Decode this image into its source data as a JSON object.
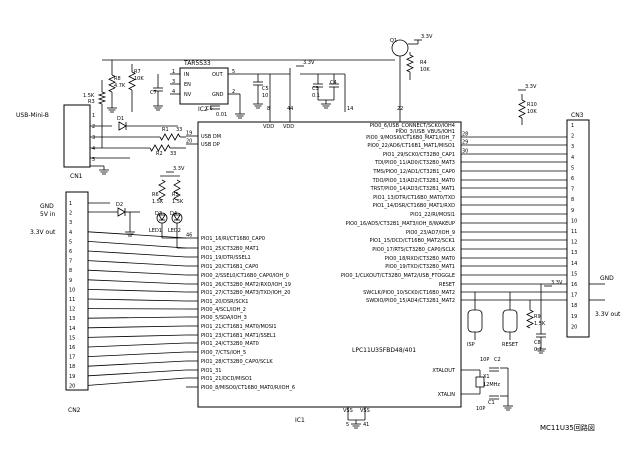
{
  "title": "MC11U35回路図",
  "ic1": {
    "name": "IC1",
    "part": "LPC11U35FBD48/401",
    "top_pins": [
      {
        "num": "8",
        "name": "VDD"
      },
      {
        "num": "44",
        "name": "VDD"
      },
      {
        "num": "22",
        "name": ""
      }
    ],
    "bottom_pins": [
      {
        "num": "5",
        "name": "VSS"
      },
      {
        "num": "41",
        "name": "VSS"
      }
    ],
    "left_pins": [
      {
        "num": "19",
        "name": "USB DM"
      },
      {
        "num": "20",
        "name": "USB DP"
      },
      {
        "num": "46",
        "name": "PIO1_16/RI/CT16B0_CAP0"
      },
      {
        "num": "",
        "name": "PIO1_25/CT32B0_MAT1"
      },
      {
        "num": "",
        "name": "PIO1_19/DTR/SSEL1"
      },
      {
        "num": "",
        "name": "PIO1_20/CT16B1_CAP0"
      },
      {
        "num": "",
        "name": "PIO0_2/SSEL0/CT16B0_CAP0/IOH_0"
      },
      {
        "num": "",
        "name": "PIO1_26/CT32B0_MAT2/RXD/IOH_19"
      },
      {
        "num": "",
        "name": "PIO1_27/CT32B0_MAT3/TXD/IOH_20"
      },
      {
        "num": "",
        "name": "PIO1_20/DSR/SCK1"
      },
      {
        "num": "",
        "name": "PIO0_4/SCL/IOH_2"
      },
      {
        "num": "",
        "name": "PIO0_5/SDA/IOH_3"
      },
      {
        "num": "",
        "name": "PIO1_21/CT16B1_MAT0/MOSI1"
      },
      {
        "num": "",
        "name": "PIO1_23/CT16B1_MAT1/SSEL1"
      },
      {
        "num": "",
        "name": "PIO1_24/CT32B0_MAT0"
      },
      {
        "num": "",
        "name": "PIO0_7/CTS/IOH_5"
      },
      {
        "num": "",
        "name": "PIO1_28/CT32B0_CAP0/SCLK"
      },
      {
        "num": "",
        "name": "PIO1_31"
      },
      {
        "num": "",
        "name": "PIO1_21/DCD/MISO1"
      },
      {
        "num": "",
        "name": "PIO0_8/MISO0/CT16B0_MAT0/R/IOH_6"
      }
    ],
    "right_pins": [
      {
        "num": "",
        "name": "PIO0_6/USB_CONNECT/SCK0/IOH4"
      },
      {
        "num": "",
        "name": "PIO0_3/USB_VBUS/IOH1"
      },
      {
        "num": "28",
        "name": "PIO0_9/MOSI0/CT16B0_MAT1/IOH_7"
      },
      {
        "num": "29",
        "name": "PIO0_22/AD6/CT16B1_MAT1/MISO1"
      },
      {
        "num": "30",
        "name": "PIO1_29/SCK0/CT32B0_CAP1"
      },
      {
        "num": "",
        "name": "TDI/PIO0_11/AD0/CT32B0_MAT3"
      },
      {
        "num": "",
        "name": "TMS/PIO0_12/AD1/CT32B1_CAP0"
      },
      {
        "num": "",
        "name": "TDO/PIO0_13/AD2/CT32B1_MAT0"
      },
      {
        "num": "",
        "name": "TRST/PIO0_14/AD3/CT32B1_MAT1"
      },
      {
        "num": "",
        "name": "PIO1_13/DTR/CT16B0_MAT0/TXD"
      },
      {
        "num": "",
        "name": "PIO1_14/DSR/CT16B0_MAT1/RXD"
      },
      {
        "num": "",
        "name": "PIO1_22/RI/MOSI1"
      },
      {
        "num": "",
        "name": "PIO0_16/AD5/CT32B1_MAT3/IOH_8/WAKEUP"
      },
      {
        "num": "",
        "name": "PIO0_23/AD7/IOH_9"
      },
      {
        "num": "",
        "name": "PIO1_15/DCD/CT16B0_MAT2/SCK1"
      },
      {
        "num": "",
        "name": "PIO0_17/RTS/CT32B0_CAP0/SCLK"
      },
      {
        "num": "",
        "name": "PIO0_18/RXD/CT32B0_MAT0"
      },
      {
        "num": "",
        "name": "PIO0_19/TXD/CT32B0_MAT1"
      },
      {
        "num": "",
        "name": "PIO0_1/CLKOUT/CT32B0_MAT2/USB_FTOGGLE"
      },
      {
        "num": "",
        "name": "RESET"
      },
      {
        "num": "",
        "name": "SWCLK/PIO0_10/SCK0/CT16B0_MAT2"
      },
      {
        "num": "",
        "name": "SWDIO/PIO0_15/AD4/CT32B1_MAT2"
      },
      {
        "num": "",
        "name": "XTALOUT"
      },
      {
        "num": "",
        "name": "XTALIN"
      }
    ]
  },
  "ic2": {
    "name": "IC2",
    "part": "TAR5S33",
    "pins": [
      {
        "num": "1",
        "name": "IN"
      },
      {
        "num": "3",
        "name": "EN"
      },
      {
        "num": "4",
        "name": "NV"
      },
      {
        "num": "5",
        "name": "OUT"
      },
      {
        "num": "2",
        "name": "GND"
      }
    ]
  },
  "rails": {
    "v33": "3.3V"
  },
  "passives": {
    "r1": "R1",
    "r1v": "33",
    "r2": "R2",
    "r2v": "33",
    "r3": "R3",
    "r3v": "1.5K",
    "r4": "R4",
    "r4v": "10K",
    "r5": "R5",
    "r5v": "1.5K",
    "r6": "R6",
    "r6v": "1.5K",
    "r7": "R7",
    "r7v": "10K",
    "r8": "R8",
    "r8v": "4.7K",
    "r9": "R9",
    "r9v": "1.5K",
    "r10": "R10",
    "r10v": "10K",
    "c1": "C1",
    "c1v": "10P",
    "c2": "C2",
    "c2v": "10P",
    "c3": "C3",
    "c3v": "0.1",
    "c4": "C4",
    "c5": "C5",
    "c5v": "10",
    "c6": "C6",
    "c6v": "0.01",
    "c7": "C7",
    "c8": "C8",
    "c8v": "0.1",
    "d1": "D1",
    "d2": "D2",
    "d3": "D3",
    "d4": "D4",
    "q1": "Q1",
    "x1": "X1",
    "x1v": "12MHz",
    "led1": "LED1",
    "led2": "LED2",
    "isp": "ISP",
    "reset": "RESET"
  },
  "connectors": {
    "cn1": {
      "name": "CN1",
      "label": "USB-Mini-B",
      "pins": [
        "1",
        "2",
        "3",
        "4",
        "5"
      ]
    },
    "cn2": {
      "name": "CN2",
      "labels": [
        "GND",
        "5V in",
        "3.3V out"
      ],
      "pins": [
        "1",
        "2",
        "3",
        "4",
        "5",
        "6",
        "7",
        "8",
        "9",
        "10",
        "11",
        "12",
        "13",
        "14",
        "15",
        "16",
        "17",
        "18",
        "19",
        "20"
      ]
    },
    "cn3": {
      "name": "CN3",
      "labels": [
        "GND",
        "3.3V out"
      ],
      "pins": [
        "1",
        "2",
        "3",
        "4",
        "5",
        "6",
        "7",
        "8",
        "9",
        "10",
        "11",
        "12",
        "13",
        "14",
        "15",
        "16",
        "17",
        "18",
        "19",
        "20"
      ]
    }
  }
}
